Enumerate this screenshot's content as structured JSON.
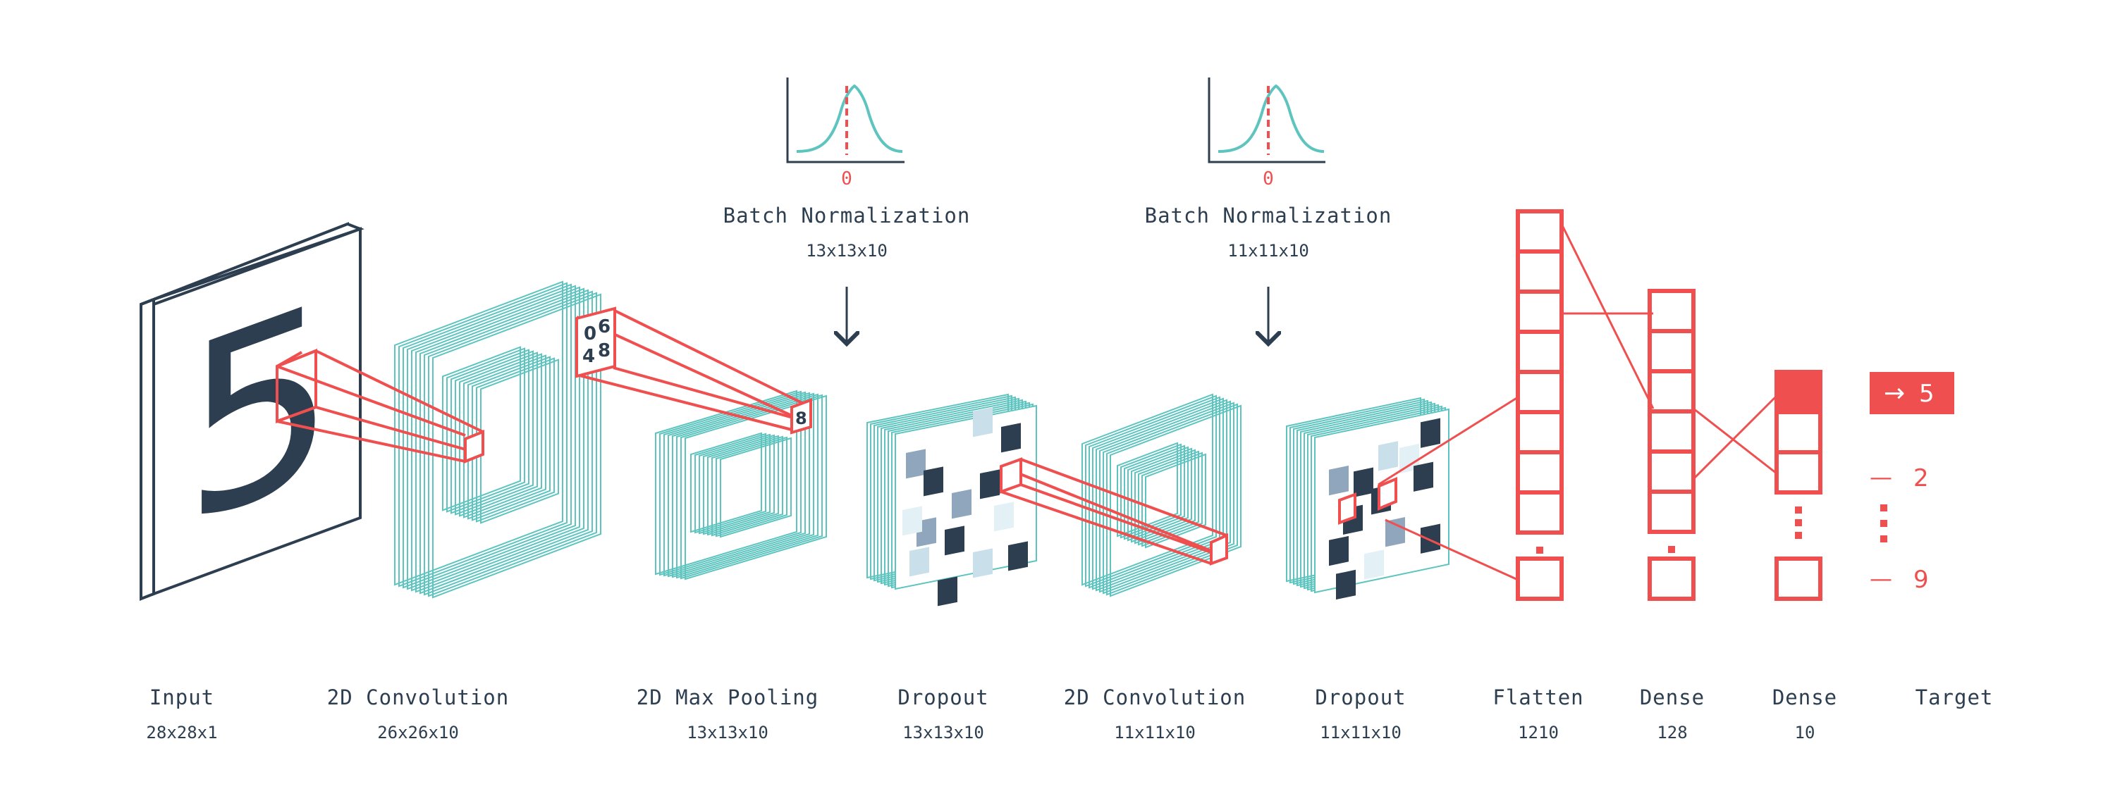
{
  "input_digit": "5",
  "layers": [
    {
      "name": "Input",
      "dims": "28x28x1"
    },
    {
      "name": "2D Convolution",
      "dims": "26x26x10"
    },
    {
      "name": "2D Max Pooling",
      "dims": "13x13x10"
    },
    {
      "name": "Dropout",
      "dims": "13x13x10"
    },
    {
      "name": "2D Convolution",
      "dims": "11x11x10"
    },
    {
      "name": "Dropout",
      "dims": "11x11x10"
    },
    {
      "name": "Flatten",
      "dims": "1210"
    },
    {
      "name": "Dense",
      "dims": "128"
    },
    {
      "name": "Dense",
      "dims": "10"
    },
    {
      "name": "Target",
      "dims": ""
    }
  ],
  "batch_norms": [
    {
      "name": "Batch Normalization",
      "dims": "13x13x10",
      "zero_label": "0"
    },
    {
      "name": "Batch Normalization",
      "dims": "11x11x10",
      "zero_label": "0"
    }
  ],
  "pool_window": [
    "0",
    "6",
    "4",
    "8"
  ],
  "pool_output": "8",
  "targets": [
    {
      "label": "5",
      "prefix": "→"
    },
    {
      "label": "2",
      "prefix": "—"
    },
    {
      "label": "9",
      "prefix": "—"
    }
  ],
  "colors": {
    "dark": "#2c3e50",
    "teal": "#5ec4bf",
    "red": "#ef4f4f"
  }
}
